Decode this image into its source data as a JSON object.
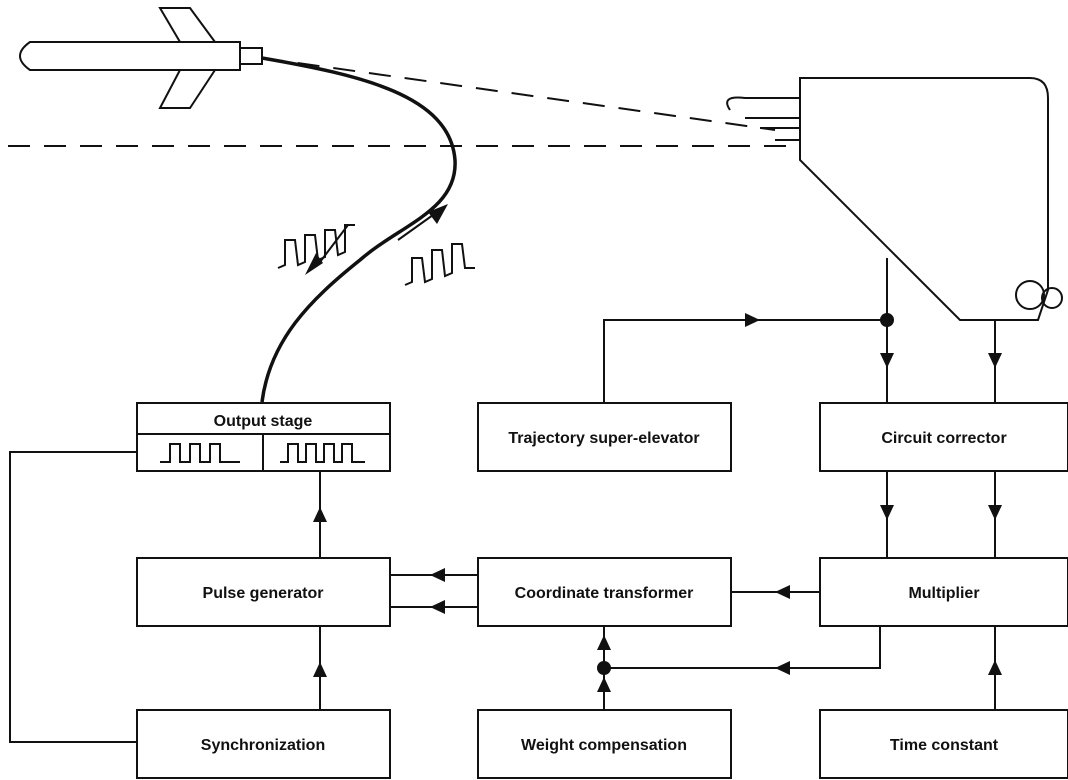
{
  "blocks": {
    "output_stage": "Output stage",
    "trajectory_super_elevator": "Trajectory super-elevator",
    "circuit_corrector": "Circuit corrector",
    "pulse_generator": "Pulse generator",
    "coordinate_transformer": "Coordinate transformer",
    "multiplier": "Multiplier",
    "synchronization": "Synchronization",
    "weight_compensation": "Weight compensation",
    "time_constant": "Time constant"
  },
  "icons": [
    "missile-icon",
    "gunner-sight-icon",
    "pulse-waveform-icon"
  ]
}
